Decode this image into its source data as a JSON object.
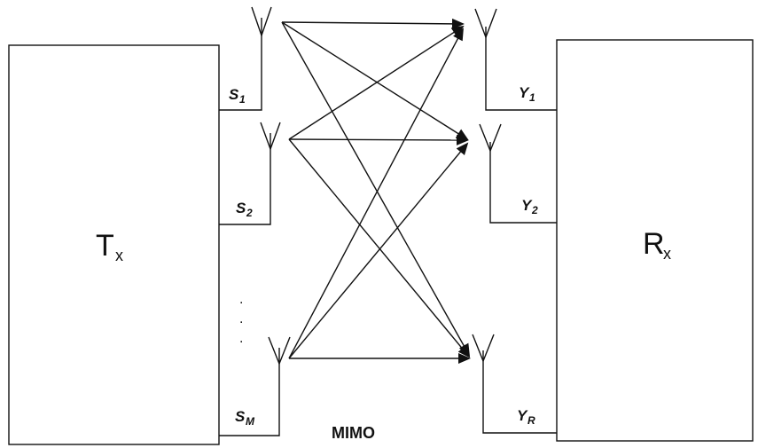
{
  "tx": {
    "label": "T",
    "sub": "x"
  },
  "rx": {
    "label": "R",
    "sub": "x"
  },
  "tx_signals": [
    {
      "main": "S",
      "sub": "1"
    },
    {
      "main": "S",
      "sub": "2"
    },
    {
      "main": "S",
      "sub": "M"
    }
  ],
  "rx_signals": [
    {
      "main": "Y",
      "sub": "1"
    },
    {
      "main": "Y",
      "sub": "2"
    },
    {
      "main": "Y",
      "sub": "R"
    }
  ],
  "ellipsis": ".",
  "caption": "MIMO"
}
